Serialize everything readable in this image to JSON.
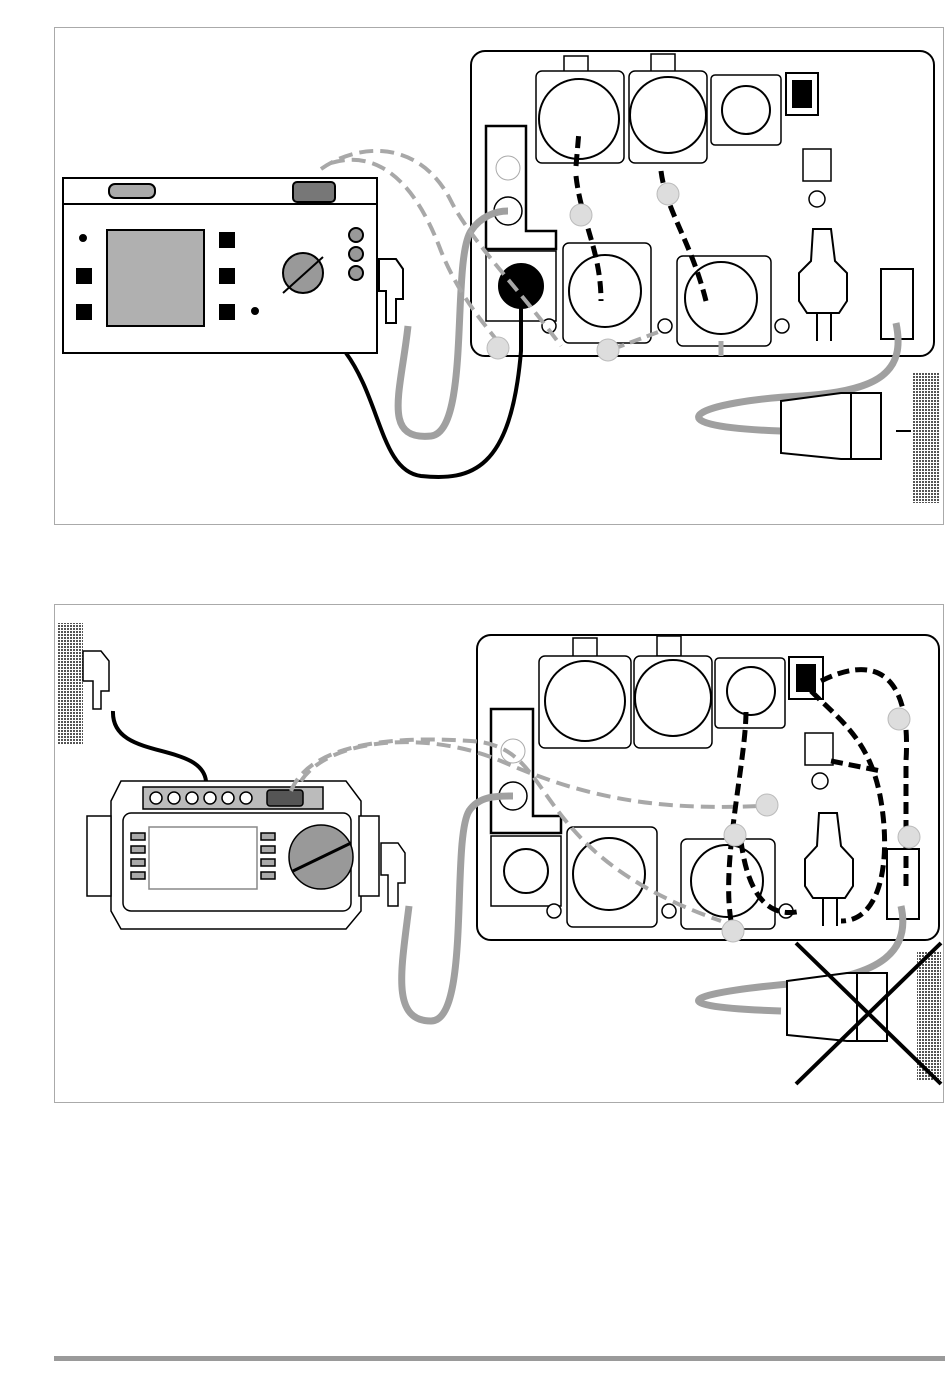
{
  "colors": {
    "line": "#000000",
    "cable_grey": "#a0a0a0",
    "dashed_grey": "#a8a8a8",
    "panel_fill": "#ffffff",
    "display_fill": "#b0b0b0",
    "hatch": "#555555",
    "footer_rule": "#9a9a9a"
  },
  "figures": [
    {
      "id": "fig1",
      "tester": "tester-classic",
      "icons": [
        "tester-icon",
        "socket-panel-icon",
        "plug-icon",
        "wall-socket-icon"
      ]
    },
    {
      "id": "fig2",
      "tester": "tester-compact",
      "icons": [
        "tester-icon",
        "socket-panel-icon",
        "plug-icon",
        "wall-socket-icon",
        "cross-out-icon"
      ]
    }
  ]
}
